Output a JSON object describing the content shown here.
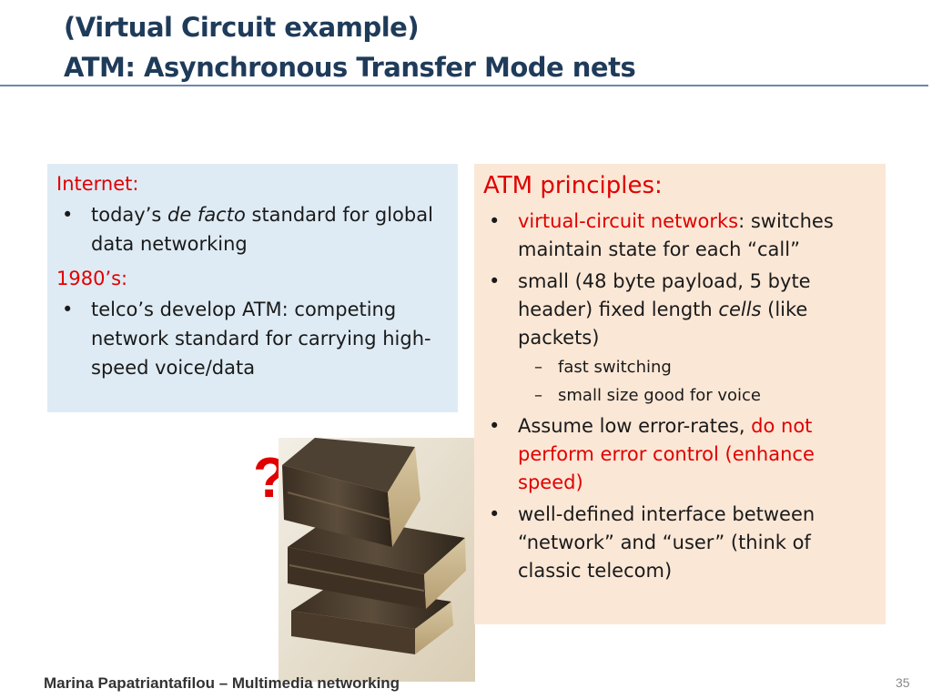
{
  "title": {
    "line1": "(Virtual Circuit example)",
    "line2": "ATM: Asynchronous Transfer Mode nets"
  },
  "left_box": {
    "heading1": "Internet:",
    "bullet1": {
      "pre": "today’s ",
      "italic": "de facto",
      "post": " standard for global data networking"
    },
    "heading2": "1980’s:",
    "bullet2": "telco’s develop ATM: competing network standard for carrying high-speed voice/data"
  },
  "decoration": {
    "question_mark": "?"
  },
  "right_box": {
    "heading": "ATM principles:",
    "b1_red": "virtual-circuit networks",
    "b1_rest": ": switches maintain state for each “call”",
    "b2_pre": "small (48 byte payload, 5 byte header) fixed length ",
    "b2_italic": "cells",
    "b2_post": " (like packets)",
    "sub1": "fast switching",
    "sub2": "small size good for voice",
    "b3_pre": "Assume low error-rates, ",
    "b3_red": "do not perform error control (enhance speed)",
    "b4": "well-defined interface between “network” and “user” (think of classic telecom)"
  },
  "footer": {
    "author": "Marina Papatriantafilou –  Multimedia networking",
    "page": "35"
  }
}
